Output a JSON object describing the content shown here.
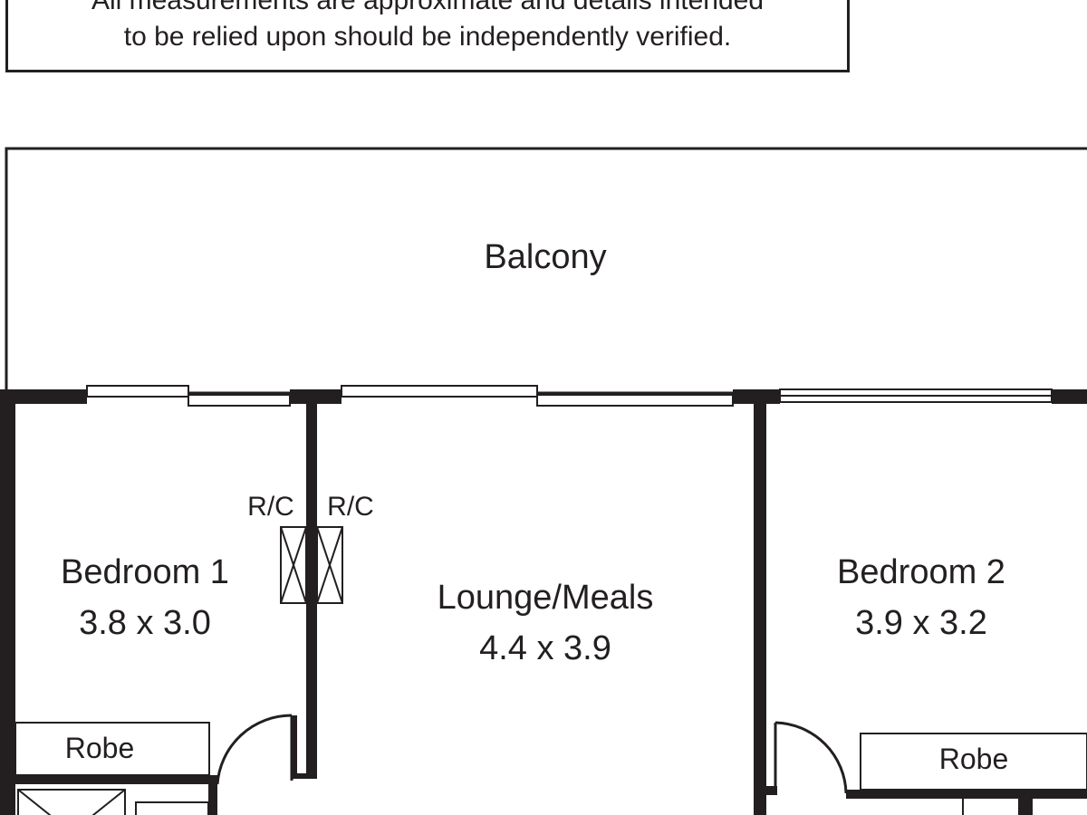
{
  "disclaimer": {
    "line1": "All measurements are approximate and details intended",
    "line2": "to be relied upon should be independently verified."
  },
  "rooms": {
    "balcony": {
      "name": "Balcony"
    },
    "bedroom1": {
      "name": "Bedroom 1",
      "size": "3.8 x 3.0"
    },
    "lounge": {
      "name": "Lounge/Meals",
      "size": "4.4 x 3.9"
    },
    "bedroom2": {
      "name": "Bedroom 2",
      "size": "3.9 x 3.2"
    },
    "robe1": {
      "name": "Robe"
    },
    "robe2": {
      "name": "Robe"
    }
  },
  "fixtures": {
    "rc_left": "R/C",
    "rc_right": "R/C"
  },
  "colors": {
    "wall": "#231f20",
    "background": "#ffffff"
  }
}
